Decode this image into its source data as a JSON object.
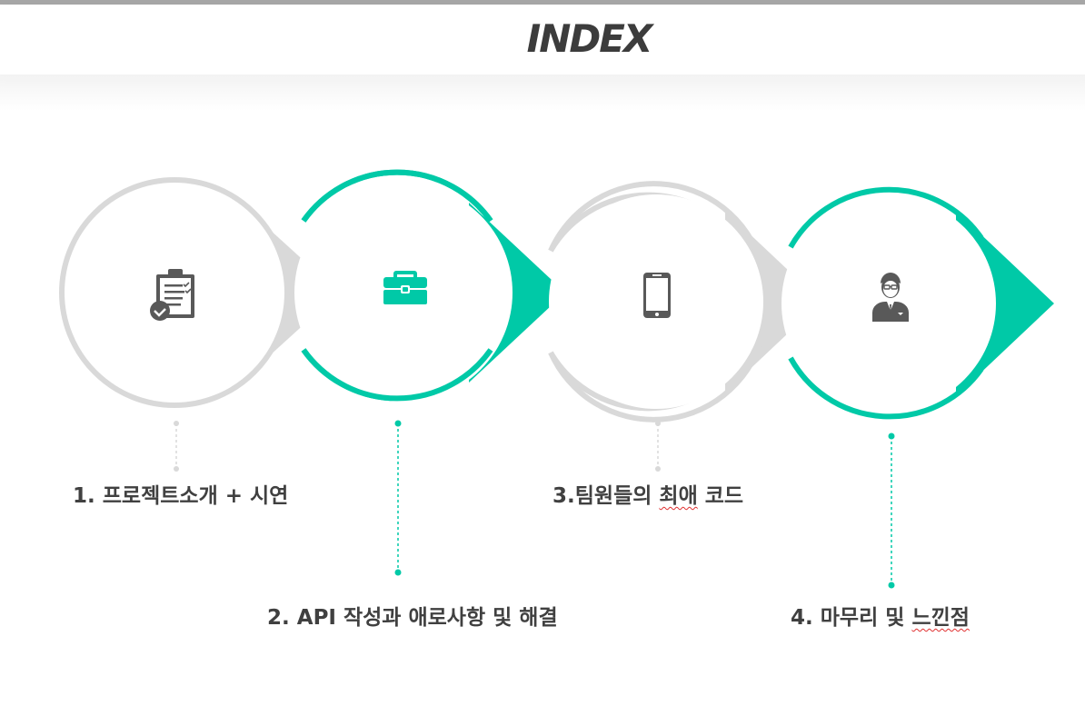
{
  "title": "INDEX",
  "colors": {
    "teal": "#00c9a7",
    "gray": "#d9d9d9",
    "icon": "#595959",
    "text": "#404040"
  },
  "items": [
    {
      "number": "1.",
      "label": "프로젝트소개 + 시연",
      "icon": "clipboard-checklist-icon",
      "accent": "gray"
    },
    {
      "number": "2.",
      "label": "API 작성과 애로사항 및 해결",
      "icon": "briefcase-icon",
      "accent": "teal"
    },
    {
      "number": "3.",
      "label": "팀원들의",
      "label_squiggle": "최애",
      "label_tail": "코드",
      "icon": "smartphone-icon",
      "accent": "gray"
    },
    {
      "number": "4.",
      "label": "마무리 및",
      "label_squiggle": "느낀점",
      "icon": "businessman-icon",
      "accent": "teal"
    }
  ]
}
